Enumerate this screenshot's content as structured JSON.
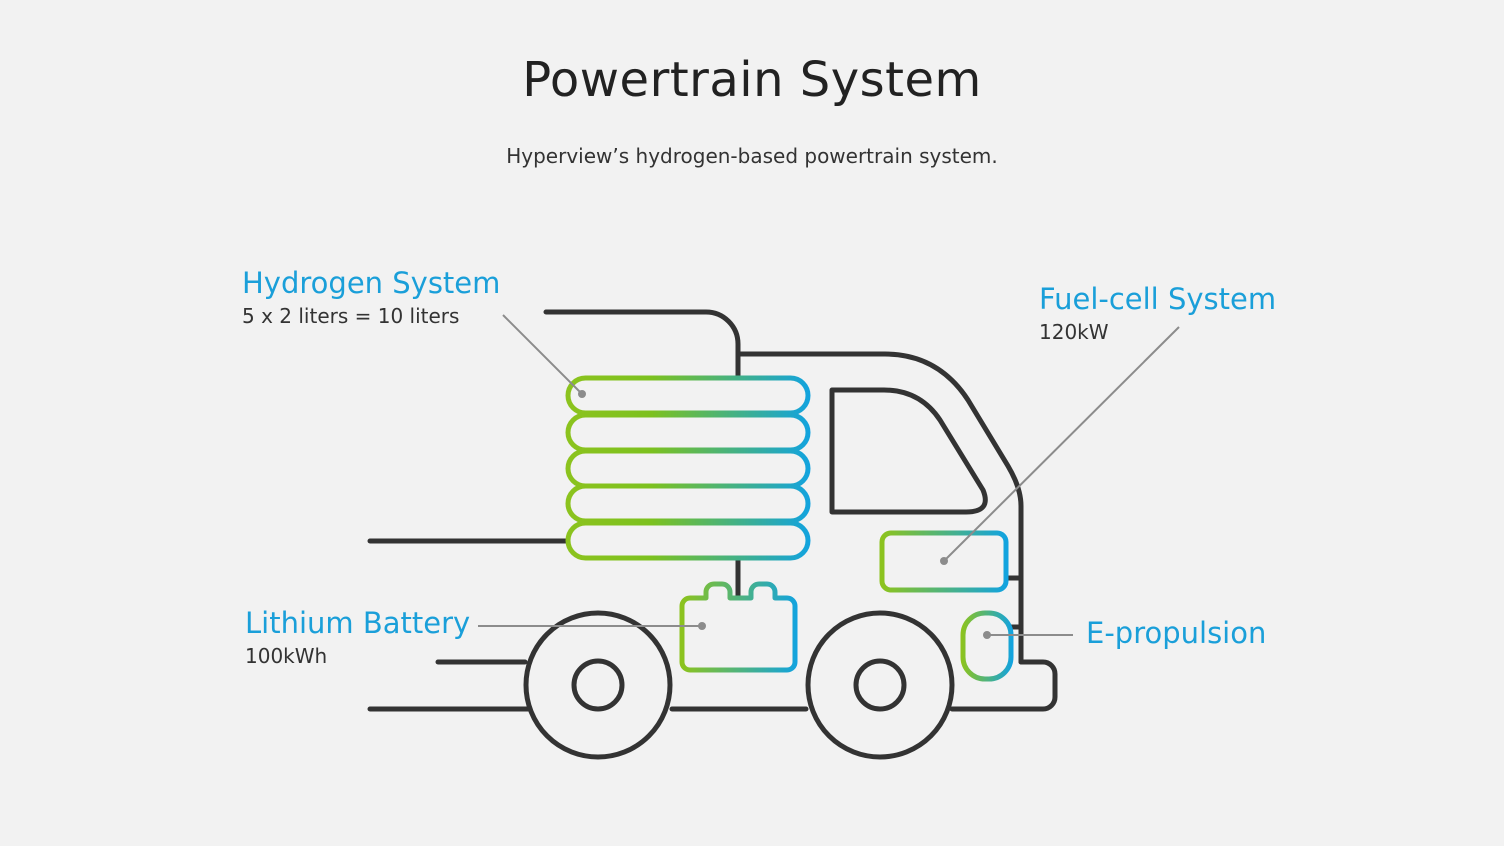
{
  "title": "Powertrain System",
  "subtitle": "Hyperview’s hydrogen-based powertrain system.",
  "colors": {
    "label": "#1a9fd9",
    "outline": "#333333",
    "gradient_start": "#8cc31e",
    "gradient_end": "#12a3df",
    "leader_line": "#8c8c8c"
  },
  "callouts": {
    "hydrogen": {
      "label": "Hydrogen System",
      "value": "5 x 2 liters = 10 liters",
      "icon": "hydrogen-tanks"
    },
    "fuel_cell": {
      "label": "Fuel-cell System",
      "value": "120kW",
      "icon": "fuel-cell-box"
    },
    "battery": {
      "label": "Lithium Battery",
      "value": "100kWh",
      "icon": "battery"
    },
    "propulsion": {
      "label": "E-propulsion",
      "icon": "motor-capsule"
    }
  }
}
